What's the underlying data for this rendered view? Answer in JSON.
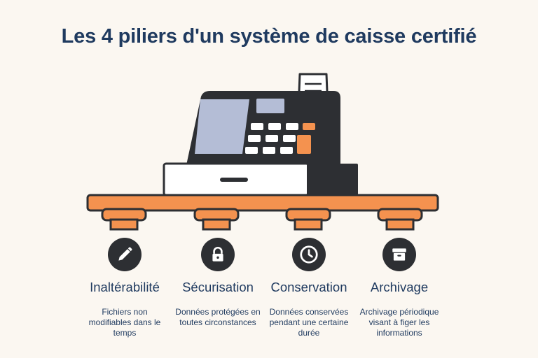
{
  "title": "Les 4 piliers d'un système de caisse certifié",
  "colors": {
    "accent": "#f4924f",
    "dark": "#2d2f33",
    "text": "#1f3a5f",
    "background": "#fbf7f1"
  },
  "illustration": {
    "name": "cash-register-icon",
    "receipt": "receipt-icon"
  },
  "pillars": [
    {
      "title": "Inaltérabilité",
      "description": "Fichiers non modifiables dans le temps",
      "icon": "pencil-icon"
    },
    {
      "title": "Sécurisation",
      "description": "Données protégées en toutes circonstances",
      "icon": "lock-icon"
    },
    {
      "title": "Conservation",
      "description": "Données conservées pendant une certaine durée",
      "icon": "clock-icon"
    },
    {
      "title": "Archivage",
      "description": "Archivage périodique visant à figer les informations",
      "icon": "archive-box-icon"
    }
  ]
}
